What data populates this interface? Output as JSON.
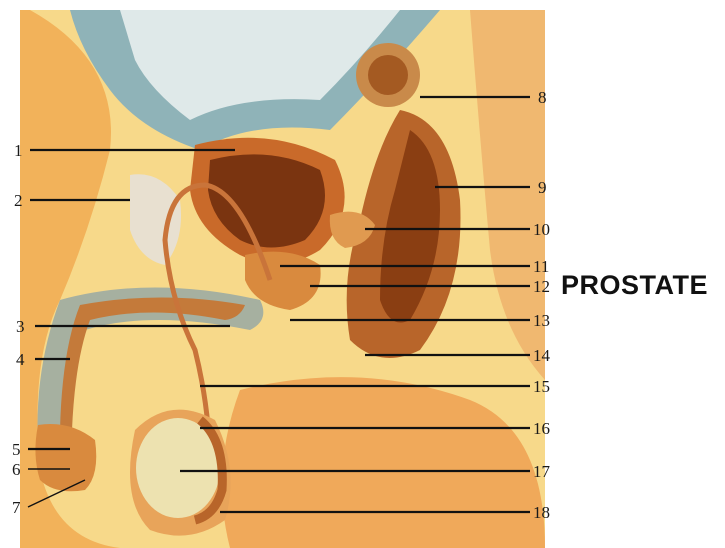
{
  "diagram": {
    "labels": [
      "1",
      "2",
      "3",
      "4",
      "5",
      "6",
      "7",
      "8",
      "9",
      "10",
      "11",
      "12",
      "13",
      "14",
      "15",
      "16",
      "17",
      "18"
    ],
    "callout": "PROSTATE"
  },
  "colors": {
    "skin": "#f2b25a",
    "fat": "#f6d77a",
    "peritoneum": "#8fb3b8",
    "muscle": "#c96a2a",
    "dark_organ": "#7a3410",
    "gland": "#d98a3e",
    "testis": "#ede2b0"
  }
}
